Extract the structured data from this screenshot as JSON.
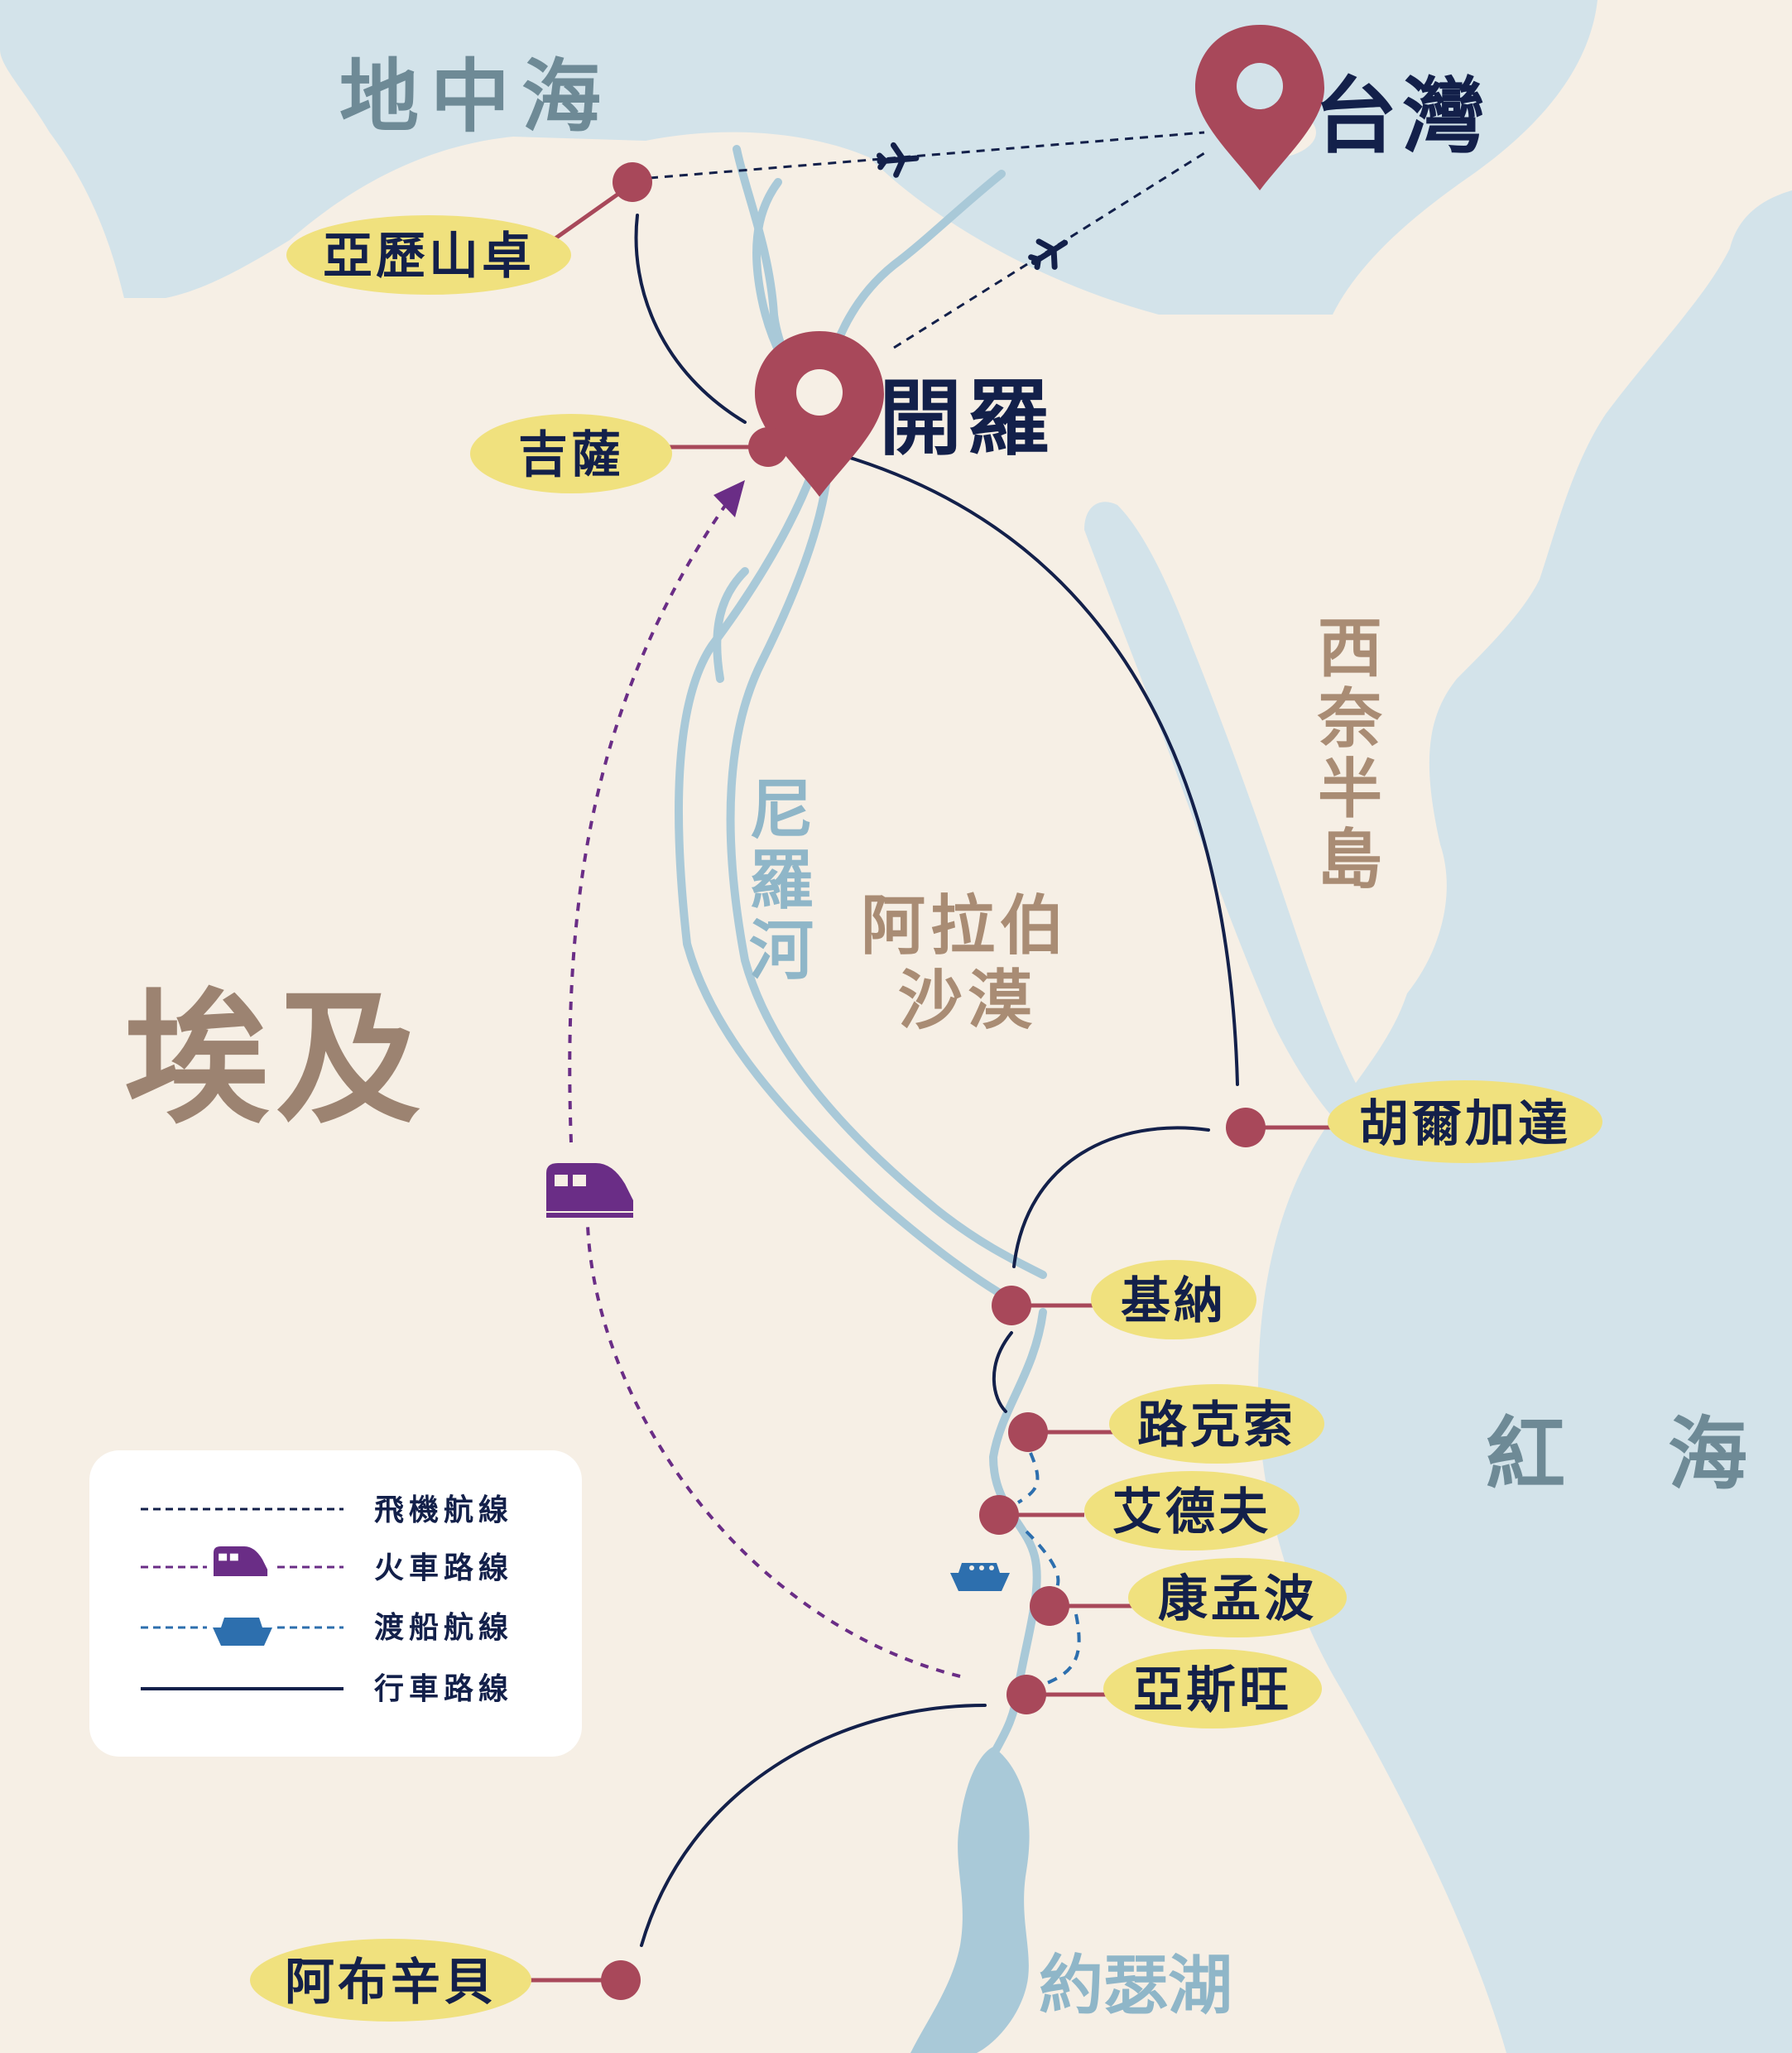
{
  "colors": {
    "land": "#f6efe5",
    "water": "#d3e3ea",
    "river": "#a9c9d8",
    "road_route": "#13204a",
    "train_route": "#6a2d86",
    "ferry_route": "#2d6fae",
    "flight_route": "#13204a",
    "city_dot": "#a8485a",
    "label_bubble": "#f0e17e",
    "legend_background": "#ffffff"
  },
  "regions": {
    "egypt": "埃及",
    "mediterranean": "地中海",
    "red_sea": "紅　海",
    "sinai": [
      "西",
      "奈",
      "半",
      "島"
    ],
    "nile": [
      "尼",
      "羅",
      "河"
    ],
    "arabian_desert": [
      "阿拉伯",
      "沙漠"
    ],
    "lake_nasser": "約瑟湖"
  },
  "pins": {
    "taiwan": "台灣",
    "cairo": "開羅"
  },
  "cities": {
    "alexandria": "亞歷山卓",
    "giza": "吉薩",
    "hurghada": "胡爾加達",
    "qena": "基納",
    "luxor": "路克索",
    "edfu": "艾德夫",
    "kom_ombo": "康孟波",
    "aswan": "亞斯旺",
    "abu_simbel": "阿布辛貝"
  },
  "legend": {
    "flight": "飛機航線",
    "train": "火車路線",
    "ferry": "渡船航線",
    "road": "行車路線"
  },
  "icons": {
    "pin": "location-pin-icon",
    "plane": "airplane-icon",
    "train": "train-icon",
    "ferry": "ferry-boat-icon"
  }
}
